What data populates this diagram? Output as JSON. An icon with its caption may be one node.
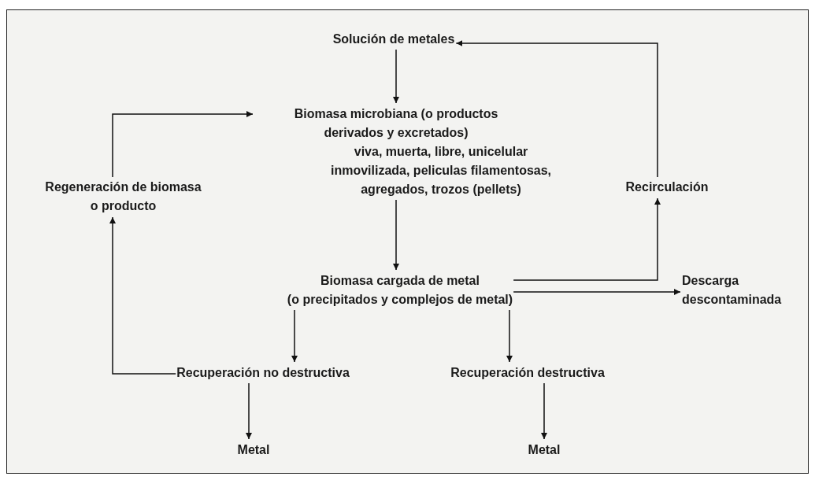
{
  "diagram": {
    "nodes": [
      {
        "text": [
          "Solución de metales"
        ]
      },
      {
        "text": [
          "Biomasa microbiana (o productos derivados y excretados)",
          "viva, muerta, libre, unicelular inmovilizada, peliculas filamentosas, agregados, trozos (pellets)"
        ]
      },
      {
        "text": [
          "Regeneración de biomasa o producto"
        ]
      },
      {
        "text": [
          "Recirculación"
        ]
      },
      {
        "text": [
          "Biomasa cargada de metal",
          "(o precipitados y complejos de metal)"
        ]
      },
      {
        "text": [
          "Descarga descontaminada"
        ]
      },
      {
        "text": [
          "Recuperación no destructiva"
        ]
      },
      {
        "text": [
          "Recuperación destructiva"
        ]
      },
      {
        "text": [
          "Metal"
        ]
      },
      {
        "text": [
          "Metal"
        ]
      }
    ],
    "edges": [
      {
        "from": 0,
        "to": 1,
        "arrow": "to"
      },
      {
        "from": 2,
        "to": 1,
        "arrow": "to"
      },
      {
        "from": 1,
        "to": 4,
        "arrow": "to"
      },
      {
        "from": 4,
        "to": 3,
        "arrow": "to"
      },
      {
        "from": 3,
        "to": 0,
        "arrow": "to"
      },
      {
        "from": 4,
        "to": 5,
        "arrow": "to"
      },
      {
        "from": 4,
        "to": 6,
        "arrow": "to"
      },
      {
        "from": 4,
        "to": 7,
        "arrow": "to"
      },
      {
        "from": 6,
        "to": 2,
        "arrow": "to"
      },
      {
        "from": 6,
        "to": 8,
        "arrow": "to"
      },
      {
        "from": 7,
        "to": 9,
        "arrow": "to"
      }
    ]
  }
}
